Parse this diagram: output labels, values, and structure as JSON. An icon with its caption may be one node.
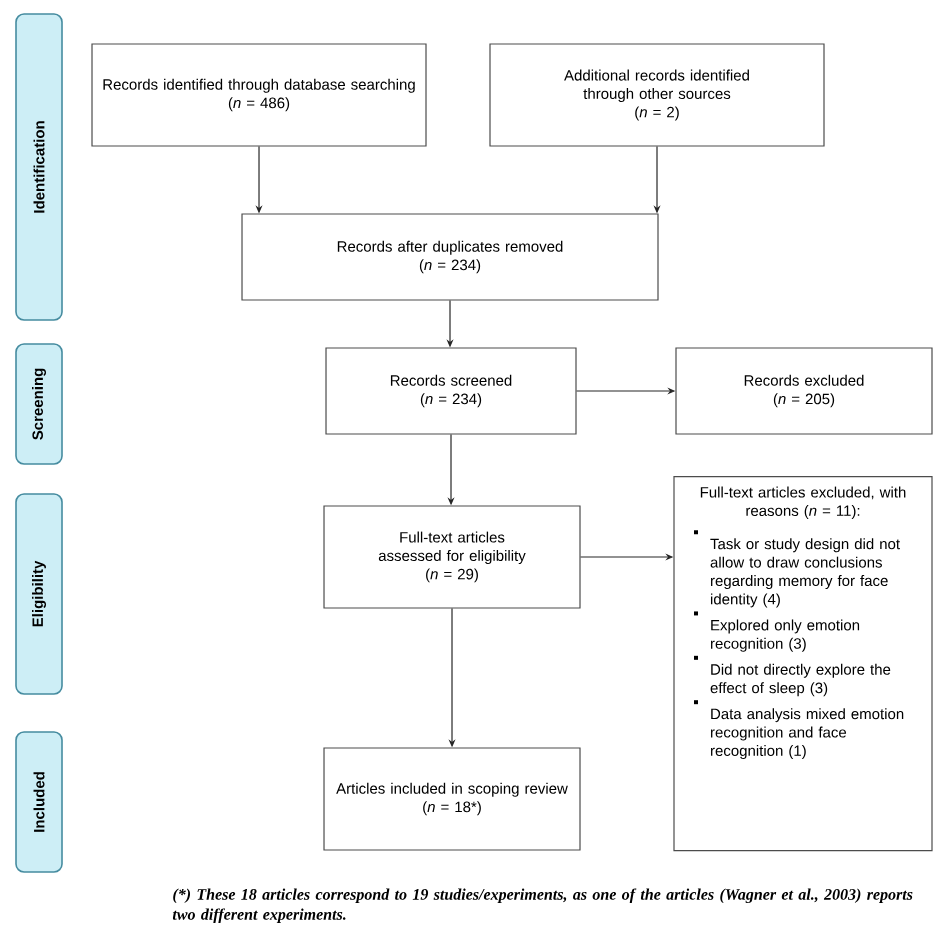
{
  "diagram": {
    "caption": "(*) These 18 articles correspond to 19 studies/experiments, as one of the articles (Wagner et al., 2003) reports two different experiments.",
    "nodes": [
      {
        "text": [
          "Identification"
        ]
      },
      {
        "text": [
          "Screening"
        ]
      },
      {
        "text": [
          "Eligibility"
        ]
      },
      {
        "text": [
          "Included"
        ]
      },
      {
        "text": [
          "Records identified through database searching",
          "(*n* = 486)"
        ]
      },
      {
        "text": [
          "Additional records identified through other sources",
          "(*n* = 2)"
        ]
      },
      {
        "text": [
          "Records after duplicates removed",
          "(*n* = 234)"
        ]
      },
      {
        "text": [
          "Records screened",
          "(*n* = 234)"
        ]
      },
      {
        "text": [
          "Records excluded",
          "(*n* = 205)"
        ]
      },
      {
        "text": [
          "Full-text articles assessed for eligibility",
          "(*n* = 29)"
        ]
      },
      {
        "text": [
          "Full-text articles excluded, with reasons (*n* = 11):",
          "Task or study design did not allow to draw conclusions regarding memory for face identity (4)",
          "Explored only emotion recognition (3)",
          "Did not directly explore the effect of sleep (3)",
          "Data analysis mixed emotion recognition and face recognition (1)"
        ]
      },
      {
        "text": [
          "Articles included in scoping review",
          "(*n* = 18*)"
        ]
      }
    ],
    "edges": [
      {
        "from": 4,
        "to": 6,
        "arrow": "to"
      },
      {
        "from": 5,
        "to": 6,
        "arrow": "to"
      },
      {
        "from": 6,
        "to": 7,
        "arrow": "to"
      },
      {
        "from": 7,
        "to": 8,
        "arrow": "to"
      },
      {
        "from": 7,
        "to": 9,
        "arrow": "to"
      },
      {
        "from": 9,
        "to": 10,
        "arrow": "to"
      },
      {
        "from": 9,
        "to": 11,
        "arrow": "to"
      }
    ]
  }
}
